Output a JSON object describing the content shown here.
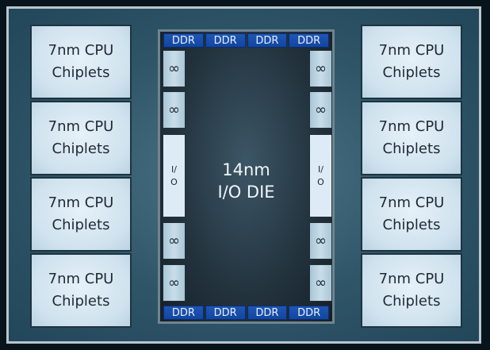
{
  "chiplets": {
    "label_line1": "7nm CPU",
    "label_line2": "Chiplets"
  },
  "io_die": {
    "line1": "14nm",
    "line2": "I/O DIE"
  },
  "ddr_label": "DDR",
  "infinity_symbol": "∞",
  "io_port": {
    "line1": "I/",
    "line2": "O"
  }
}
